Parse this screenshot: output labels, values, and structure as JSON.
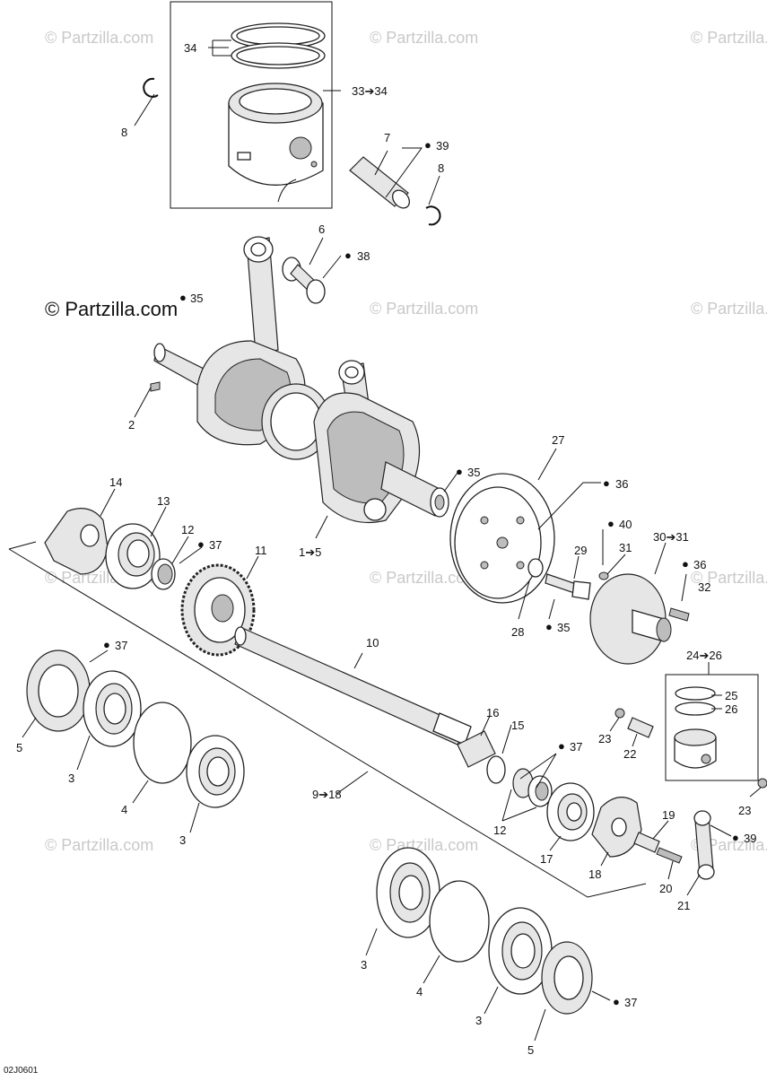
{
  "watermarks": [
    "© Partzilla.com",
    "© Partzilla.com",
    "© Partzilla.com",
    "© Partzilla.com",
    "© Partzilla.com",
    "© Partzilla.com",
    "© Partzilla.com",
    "© Partzilla.com",
    "© Partzilla.com",
    "© Partzilla.com",
    "© Partzilla.com"
  ],
  "brand": "© Partzilla.com",
  "diagram_code": "02J0601",
  "drop_symbol": "●",
  "callouts": {
    "c34": "34",
    "c33_34": "33➔34",
    "c8a": "8",
    "c7": "7",
    "c39a": "39",
    "c8b": "8",
    "c6": "6",
    "c38": "38",
    "c35a": "35",
    "c2": "2",
    "c27": "27",
    "c35b": "35",
    "c36a": "36",
    "c14": "14",
    "c13": "13",
    "c12a": "12",
    "c37a": "37",
    "c11": "11",
    "c1_5": "1➔5",
    "c40": "40",
    "c29": "29",
    "c31": "31",
    "c30_31": "30➔31",
    "c36b": "36",
    "c32": "32",
    "c28": "28",
    "c35c": "35",
    "c24_26": "24➔26",
    "c10": "10",
    "c37b": "37",
    "c25": "25",
    "c26": "26",
    "c5a": "5",
    "c3a": "3",
    "c16": "16",
    "c15": "15",
    "c37c": "37",
    "c23a": "23",
    "c22": "22",
    "c9_18": "9➔18",
    "c4a": "4",
    "c3b": "3",
    "c12b": "12",
    "c17": "17",
    "c18": "18",
    "c19": "19",
    "c39b": "39",
    "c23b": "23",
    "c20": "20",
    "c21": "21",
    "c3c": "3",
    "c4b": "4",
    "c3d": "3",
    "c37d": "37",
    "c5b": "5"
  }
}
